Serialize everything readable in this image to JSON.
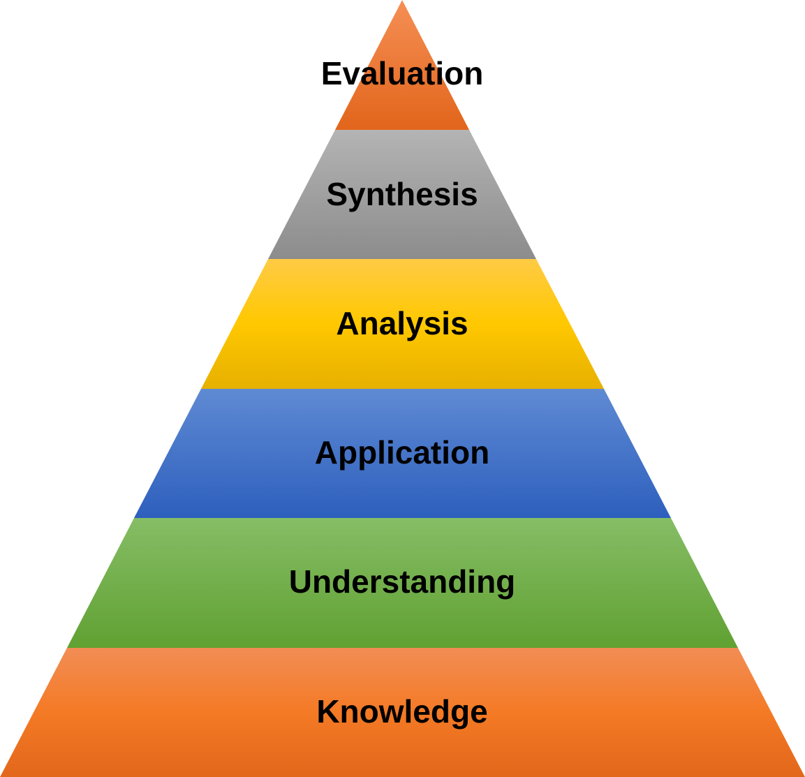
{
  "diagram": {
    "type": "pyramid",
    "levels": [
      {
        "label": "Evaluation",
        "color_top": "#f58f55",
        "color_bottom": "#e2651b"
      },
      {
        "label": "Synthesis",
        "color_top": "#b4b4b4",
        "color_bottom": "#8c8c8c"
      },
      {
        "label": "Analysis",
        "color_top": "#ffcb45",
        "color_bottom": "#e6b000"
      },
      {
        "label": "Application",
        "color_top": "#5f8ad3",
        "color_bottom": "#2d5fbd"
      },
      {
        "label": "Understanding",
        "color_top": "#86bd66",
        "color_bottom": "#60a132"
      },
      {
        "label": "Knowledge",
        "color_top": "#f28d55",
        "color_bottom": "#e2671b"
      }
    ]
  }
}
